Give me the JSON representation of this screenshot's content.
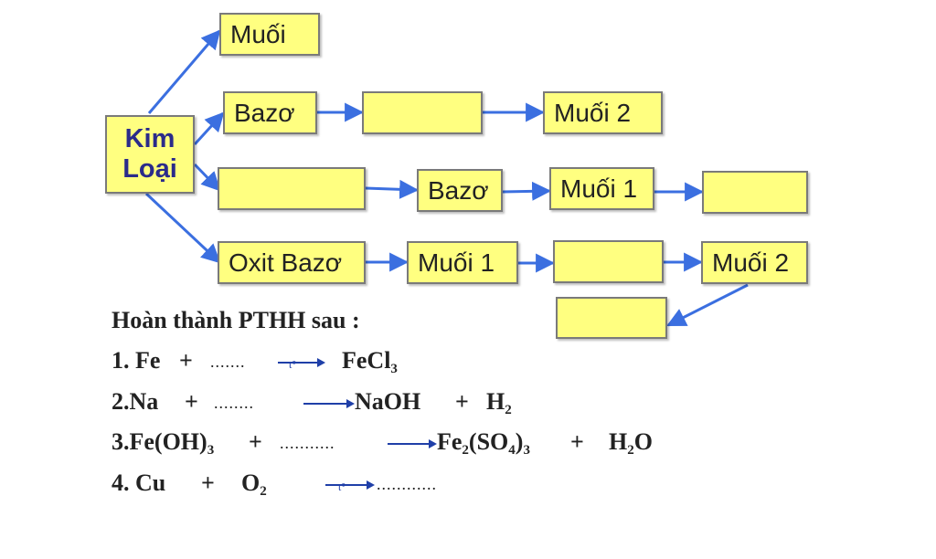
{
  "diagram": {
    "nodes": {
      "kim_loai": {
        "line1": "Kim",
        "line2": "Loại"
      },
      "muoi": "Muối",
      "bazo_top": "Bazơ",
      "blank_1": "",
      "muoi_2_top": "Muối 2",
      "blank_2": "",
      "bazo_mid": "Bazơ",
      "muoi_1_mid": "Muối 1",
      "blank_3": "",
      "oxit_bazo": "Oxit Bazơ",
      "muoi_1_bottom": "Muối 1",
      "blank_4": "",
      "muoi_2_bottom": "Muối 2",
      "blank_5": ""
    },
    "colors": {
      "box_fill": "#ffff80",
      "arrow": "#3b6fe0"
    }
  },
  "exercise": {
    "heading": "Hoàn thành PTHH sau :",
    "eq1": {
      "num": "1. Fe",
      "plus": "+",
      "blank": ".......",
      "cond": "t°",
      "product": "FeCl",
      "product_sub": "3"
    },
    "eq2": {
      "num": "2.Na",
      "plus": "+",
      "blank": "........",
      "product": "NaOH",
      "plus2": "+",
      "h": "H",
      "h_sub": "2"
    },
    "eq3": {
      "num": "3.Fe(OH)",
      "num_sub": "3",
      "plus": "+",
      "blank": "...........",
      "p1": "Fe",
      "p1_sub": "2",
      "p2": "(SO",
      "p2_sub": "4",
      "p3": ")",
      "p3_sub": "3",
      "plus2": "+",
      "w1": "H",
      "w1_sub": "2",
      "w2": "O"
    },
    "eq4": {
      "num": "4. Cu",
      "plus": "+",
      "o": "O",
      "o_sub": "2",
      "cond": "t°",
      "blank": "............"
    }
  }
}
